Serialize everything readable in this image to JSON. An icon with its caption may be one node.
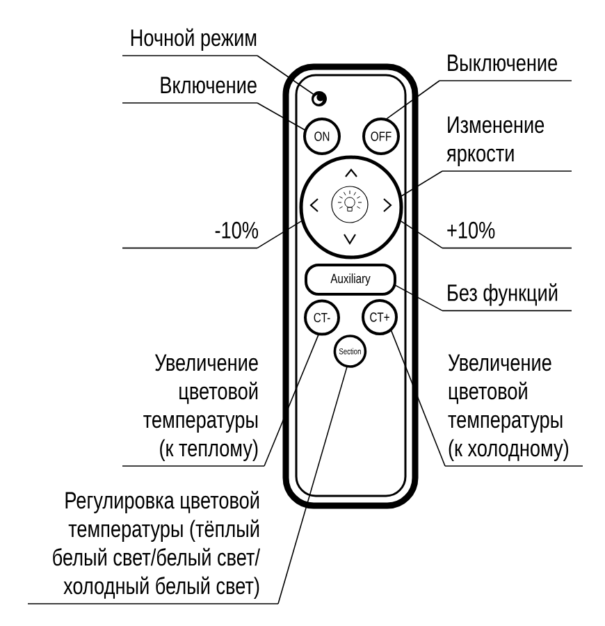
{
  "diagram": {
    "nodes": [
      {
        "text": [
          "Ночной режим"
        ]
      },
      {
        "text": [
          "Выключение"
        ]
      },
      {
        "text": [
          "Включение"
        ]
      },
      {
        "text": [
          "Изменение яркости"
        ]
      },
      {
        "text": [
          "-10%"
        ]
      },
      {
        "text": [
          "+10%"
        ]
      },
      {
        "text": [
          "Без функций"
        ]
      },
      {
        "text": [
          "Увеличение цветовой температуры (к теплому)"
        ]
      },
      {
        "text": [
          "Увеличение цветовой температуры (к холодному)"
        ]
      },
      {
        "text": [
          "Регулировка цветовой температуры (тёплый белый свет/белый свет/ холодный белый свет)"
        ]
      },
      {
        "text": [],
        "shape": "box"
      },
      {
        "text": [],
        "shape": "circle",
        "in": 10
      },
      {
        "text": [
          "ON"
        ],
        "in": 10
      },
      {
        "text": [
          "OFF"
        ],
        "in": 10
      },
      {
        "text": [],
        "shape": "circle",
        "in": 10
      },
      {
        "text": [
          "Auxiliary"
        ],
        "in": 10
      },
      {
        "text": [
          "CT-"
        ],
        "in": 10
      },
      {
        "text": [
          "CT+"
        ],
        "in": 10
      },
      {
        "text": [
          "Section"
        ],
        "in": 10
      }
    ],
    "edges": [
      {
        "from": 0,
        "to": 11,
        "arrow": "none"
      },
      {
        "from": 1,
        "to": 13,
        "arrow": "none"
      },
      {
        "from": 2,
        "to": 12,
        "arrow": "none"
      },
      {
        "from": 3,
        "to": 14,
        "arrow": "none"
      },
      {
        "from": 4,
        "to": 14,
        "arrow": "none"
      },
      {
        "from": 5,
        "to": 14,
        "arrow": "none"
      },
      {
        "from": 6,
        "to": 15,
        "arrow": "none"
      },
      {
        "from": 7,
        "to": 16,
        "arrow": "none"
      },
      {
        "from": 8,
        "to": 17,
        "arrow": "none"
      },
      {
        "from": 9,
        "to": 18,
        "arrow": "none"
      }
    ]
  }
}
